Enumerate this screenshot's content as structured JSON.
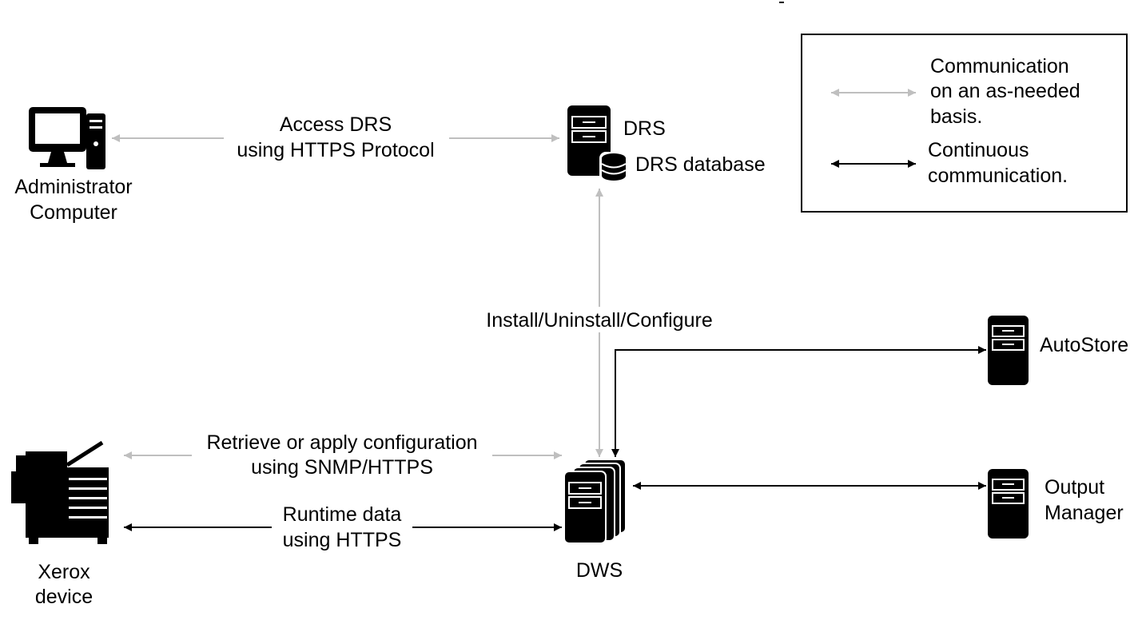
{
  "colors": {
    "as_needed": "#bfbfbf",
    "continuous": "#000000",
    "icon": "#000000"
  },
  "nodes": {
    "admin": {
      "line1": "Administrator",
      "line2": "Computer",
      "icon": "desktop-computer-icon"
    },
    "drs": {
      "label": "DRS",
      "icon": "server-icon"
    },
    "drs_db": {
      "label": "DRS database",
      "icon": "database-icon"
    },
    "autostore": {
      "label": "AutoStore",
      "icon": "server-icon"
    },
    "output_manager": {
      "line1": "Output",
      "line2": "Manager",
      "icon": "server-icon"
    },
    "dws": {
      "label": "DWS",
      "icon": "server-stack-icon"
    },
    "xerox": {
      "line1": "Xerox",
      "line2": "device",
      "icon": "multifunction-printer-icon"
    }
  },
  "edges": {
    "admin_drs": {
      "line1": "Access DRS",
      "line2": "using HTTPS Protocol",
      "kind": "as-needed"
    },
    "drs_dws": {
      "label": "Install/Uninstall/Configure",
      "kind": "as-needed"
    },
    "xerox_dws_config": {
      "line1": "Retrieve or apply configuration",
      "line2": "using SNMP/HTTPS",
      "kind": "as-needed"
    },
    "xerox_dws_runtime": {
      "line1": "Runtime data",
      "line2": "using HTTPS",
      "kind": "continuous"
    },
    "dws_autostore": {
      "kind": "continuous"
    },
    "dws_output_manager": {
      "kind": "continuous"
    }
  },
  "legend": {
    "as_needed": {
      "line1": "Communication",
      "line2": "on an as-needed",
      "line3": "basis."
    },
    "continuous": {
      "line1": "Continuous",
      "line2": "communication."
    }
  }
}
